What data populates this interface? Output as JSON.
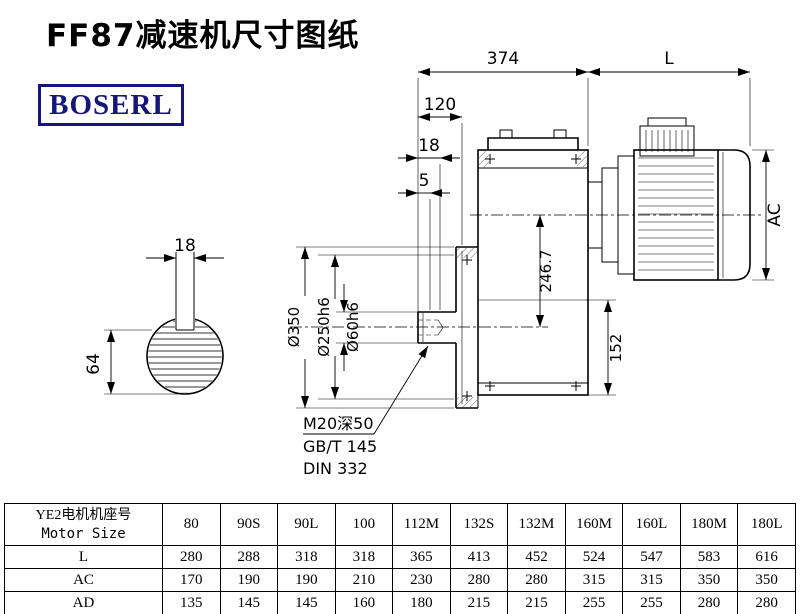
{
  "page": {
    "title": "FF87减速机尺寸图纸",
    "brand": "BOSERL"
  },
  "drawing": {
    "labels": {
      "dim_374": "374",
      "dim_L": "L",
      "dim_120": "120",
      "dim_18": "18",
      "dim_5": "5",
      "dim_AC": "AC",
      "dim_246_7": "246.7",
      "dim_152": "152",
      "dia_350": "Ø350",
      "dia_250": "Ø250h6",
      "dia_60": "Ø60h6",
      "thread_spec": "M20深50",
      "thread_std1": "GB/T 145",
      "thread_std2": "DIN 332",
      "shaft_key_width": "18",
      "shaft_height": "64"
    }
  },
  "table": {
    "header_cn": "YE2电机机座号",
    "header_en": "Motor Size",
    "columns": [
      "80",
      "90S",
      "90L",
      "100",
      "112M",
      "132S",
      "132M",
      "160M",
      "160L",
      "180M",
      "180L"
    ],
    "rows": [
      {
        "label": "L",
        "values": [
          "280",
          "288",
          "318",
          "318",
          "365",
          "413",
          "452",
          "524",
          "547",
          "583",
          "616"
        ]
      },
      {
        "label": "AC",
        "values": [
          "170",
          "190",
          "190",
          "210",
          "230",
          "280",
          "280",
          "315",
          "315",
          "350",
          "350"
        ]
      },
      {
        "label": "AD",
        "values": [
          "135",
          "145",
          "145",
          "160",
          "180",
          "215",
          "215",
          "255",
          "255",
          "280",
          "280"
        ]
      }
    ]
  }
}
